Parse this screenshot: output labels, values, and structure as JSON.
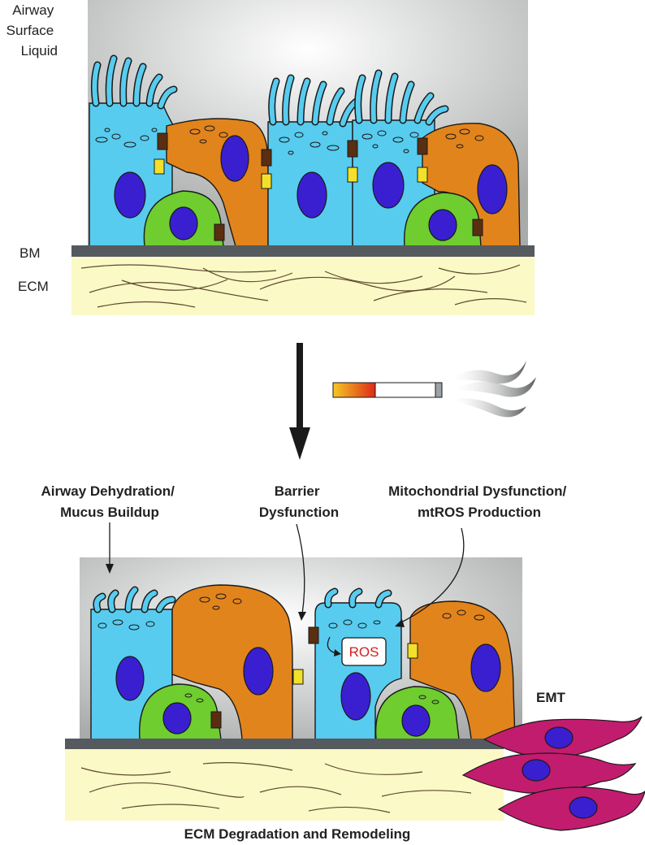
{
  "labels": {
    "airway_surface_liquid": [
      "Airway",
      "Surface",
      "Liquid"
    ],
    "bm": "BM",
    "ecm": "ECM",
    "dehydration": [
      "Airway Dehydration/",
      "Mucus Buildup"
    ],
    "barrier": [
      "Barrier",
      "Dysfunction"
    ],
    "mito": [
      "Mitochondrial Dysfunction/",
      "mtROS Production"
    ],
    "ros": "ROS",
    "emt": "EMT",
    "ecm_degradation": "ECM Degradation and Remodeling"
  },
  "colors": {
    "ciliated_cell": "#57ccef",
    "secretory_cell": "#e2841c",
    "basal_cell": "#6fcd30",
    "nucleus": "#3a1fd1",
    "tight_junction": "#5a2e10",
    "adherens_junction": "#f3e02a",
    "basement_membrane": "#555a5e",
    "ecm_matrix": "#fbf9c6",
    "mesenchymal_cell": "#c21c6e",
    "ros_text": "#d32020"
  }
}
